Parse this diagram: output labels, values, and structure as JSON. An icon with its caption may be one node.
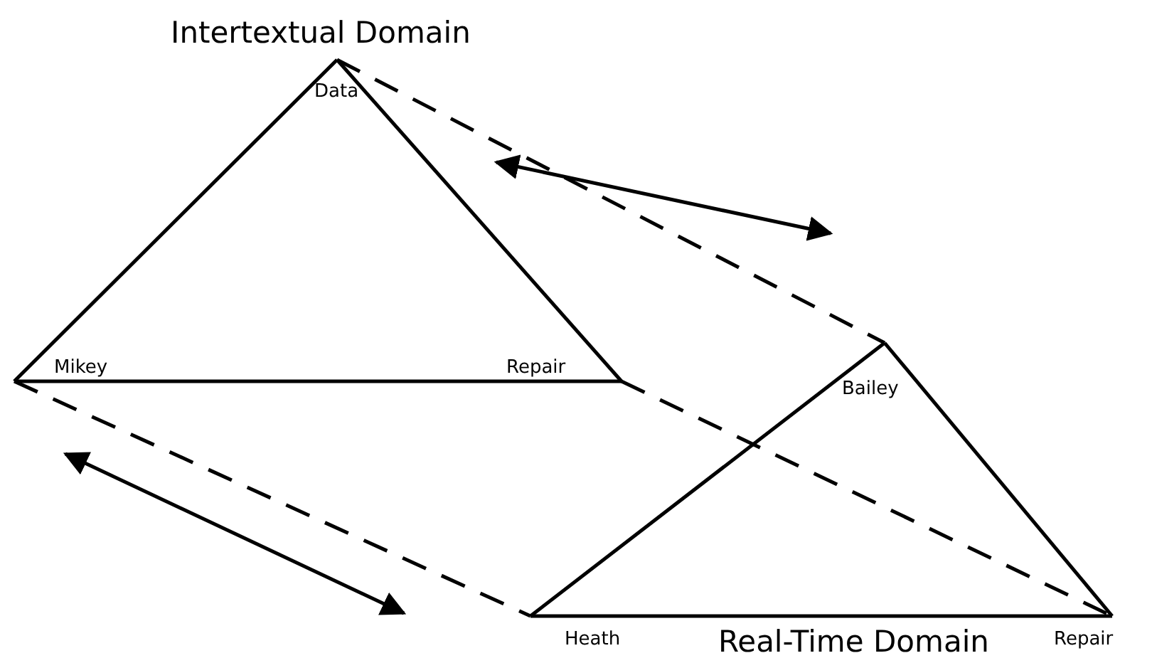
{
  "diagram": {
    "nodes": [
      {
        "text": [
          "Data"
        ]
      },
      {
        "text": [
          "Mikey"
        ]
      },
      {
        "text": [
          "Repair"
        ]
      },
      {
        "text": [
          "Bailey"
        ]
      },
      {
        "text": [
          "Heath"
        ]
      },
      {
        "text": [
          "Repair"
        ]
      }
    ],
    "edges": [
      {
        "from": 0,
        "to": 1,
        "arrow": "none"
      },
      {
        "from": 1,
        "to": 2,
        "arrow": "none"
      },
      {
        "from": 2,
        "to": 0,
        "arrow": "none"
      },
      {
        "from": 3,
        "to": 4,
        "arrow": "none"
      },
      {
        "from": 4,
        "to": 5,
        "arrow": "none"
      },
      {
        "from": 5,
        "to": 3,
        "arrow": "none"
      },
      {
        "from": 0,
        "to": 3,
        "arrow": "none",
        "style": "dashed"
      },
      {
        "from": 2,
        "to": 5,
        "arrow": "none",
        "style": "dashed"
      },
      {
        "from": 1,
        "to": 4,
        "arrow": "none",
        "style": "dashed"
      }
    ],
    "labels": [
      "Intertextual Domain",
      "Real-Time Domain"
    ]
  }
}
